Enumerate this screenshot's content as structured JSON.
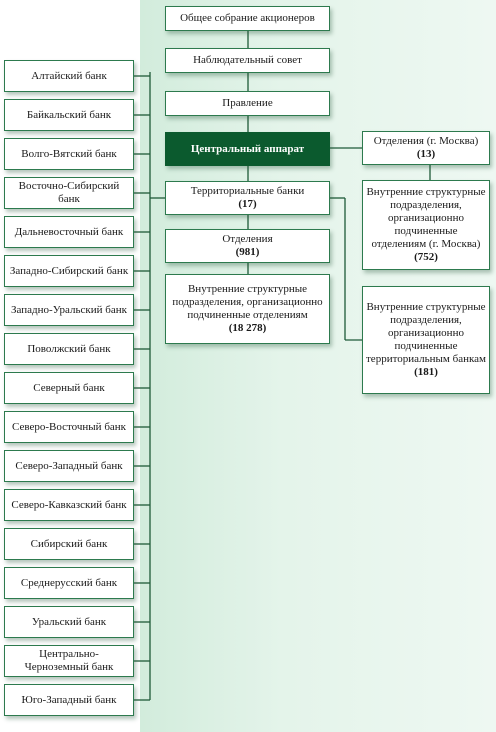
{
  "top": {
    "general_meeting": "Общее собрание акционеров",
    "supervisory_board": "Наблюдательный совет",
    "management_board": "Правление",
    "central_office": "Центральный аппарат"
  },
  "middle": {
    "territorial_banks": {
      "label": "Территориальные банки",
      "count": "(17)"
    },
    "branches": {
      "label": "Отделения",
      "count": "(981)"
    },
    "internal_branch_units": {
      "label": "Внутренние структурные подразделения, организационно подчиненные отделениям",
      "count": "(18 278)"
    }
  },
  "right": {
    "moscow_branches": {
      "label": "Отделения (г. Москва)",
      "count": "(13)"
    },
    "moscow_internal_units": {
      "label": "Внутренние структурные подразделения, организационно подчиненные отделениям (г. Москва)",
      "count": "(752)"
    },
    "territorial_internal_units": {
      "label": "Внутренние структурные подразделения, организационно подчиненные территориальным банкам",
      "count": "(181)"
    }
  },
  "banks": [
    "Алтайский банк",
    "Байкальский банк",
    "Волго-Вятский банк",
    "Восточно-Сибирский банк",
    "Дальневосточный банк",
    "Западно-Сибирский банк",
    "Западно-Уральский банк",
    "Поволжский банк",
    "Северный банк",
    "Северо-Восточный банк",
    "Северо-Западный банк",
    "Северо-Кавказский банк",
    "Сибирский банк",
    "Среднерусский банк",
    "Уральский банк",
    "Центрально-Черноземный банк",
    "Юго-Западный банк"
  ],
  "colors": {
    "accent": "#0b5a2e",
    "border": "#2d7a4e",
    "background": "#e4f4ea"
  }
}
